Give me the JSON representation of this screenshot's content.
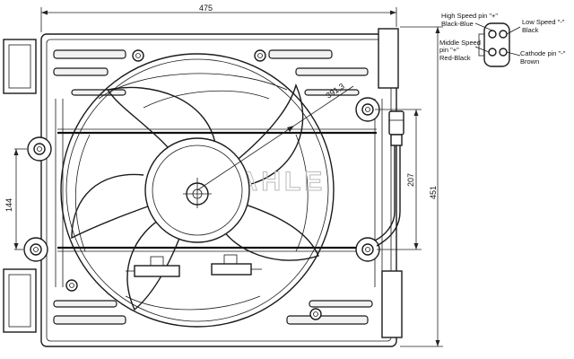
{
  "dimensions": {
    "width": "475",
    "height_total": "451",
    "height_inner": "207",
    "height_left": "144",
    "radius": "391,3"
  },
  "connector": {
    "high_speed_line1": "High Speed pin \"+\"",
    "high_speed_line2": "Black-Blue",
    "low_speed_line1": "Low Speed \"-\"",
    "low_speed_line2": "Black",
    "middle_speed_line1": "Middle Speed",
    "middle_speed_line2": "pin \"+\"",
    "middle_speed_line3": "Red-Black",
    "cathode_line1": "Cathode pin \"-\"",
    "cathode_line2": "Brown"
  },
  "watermark": "MAHLE"
}
